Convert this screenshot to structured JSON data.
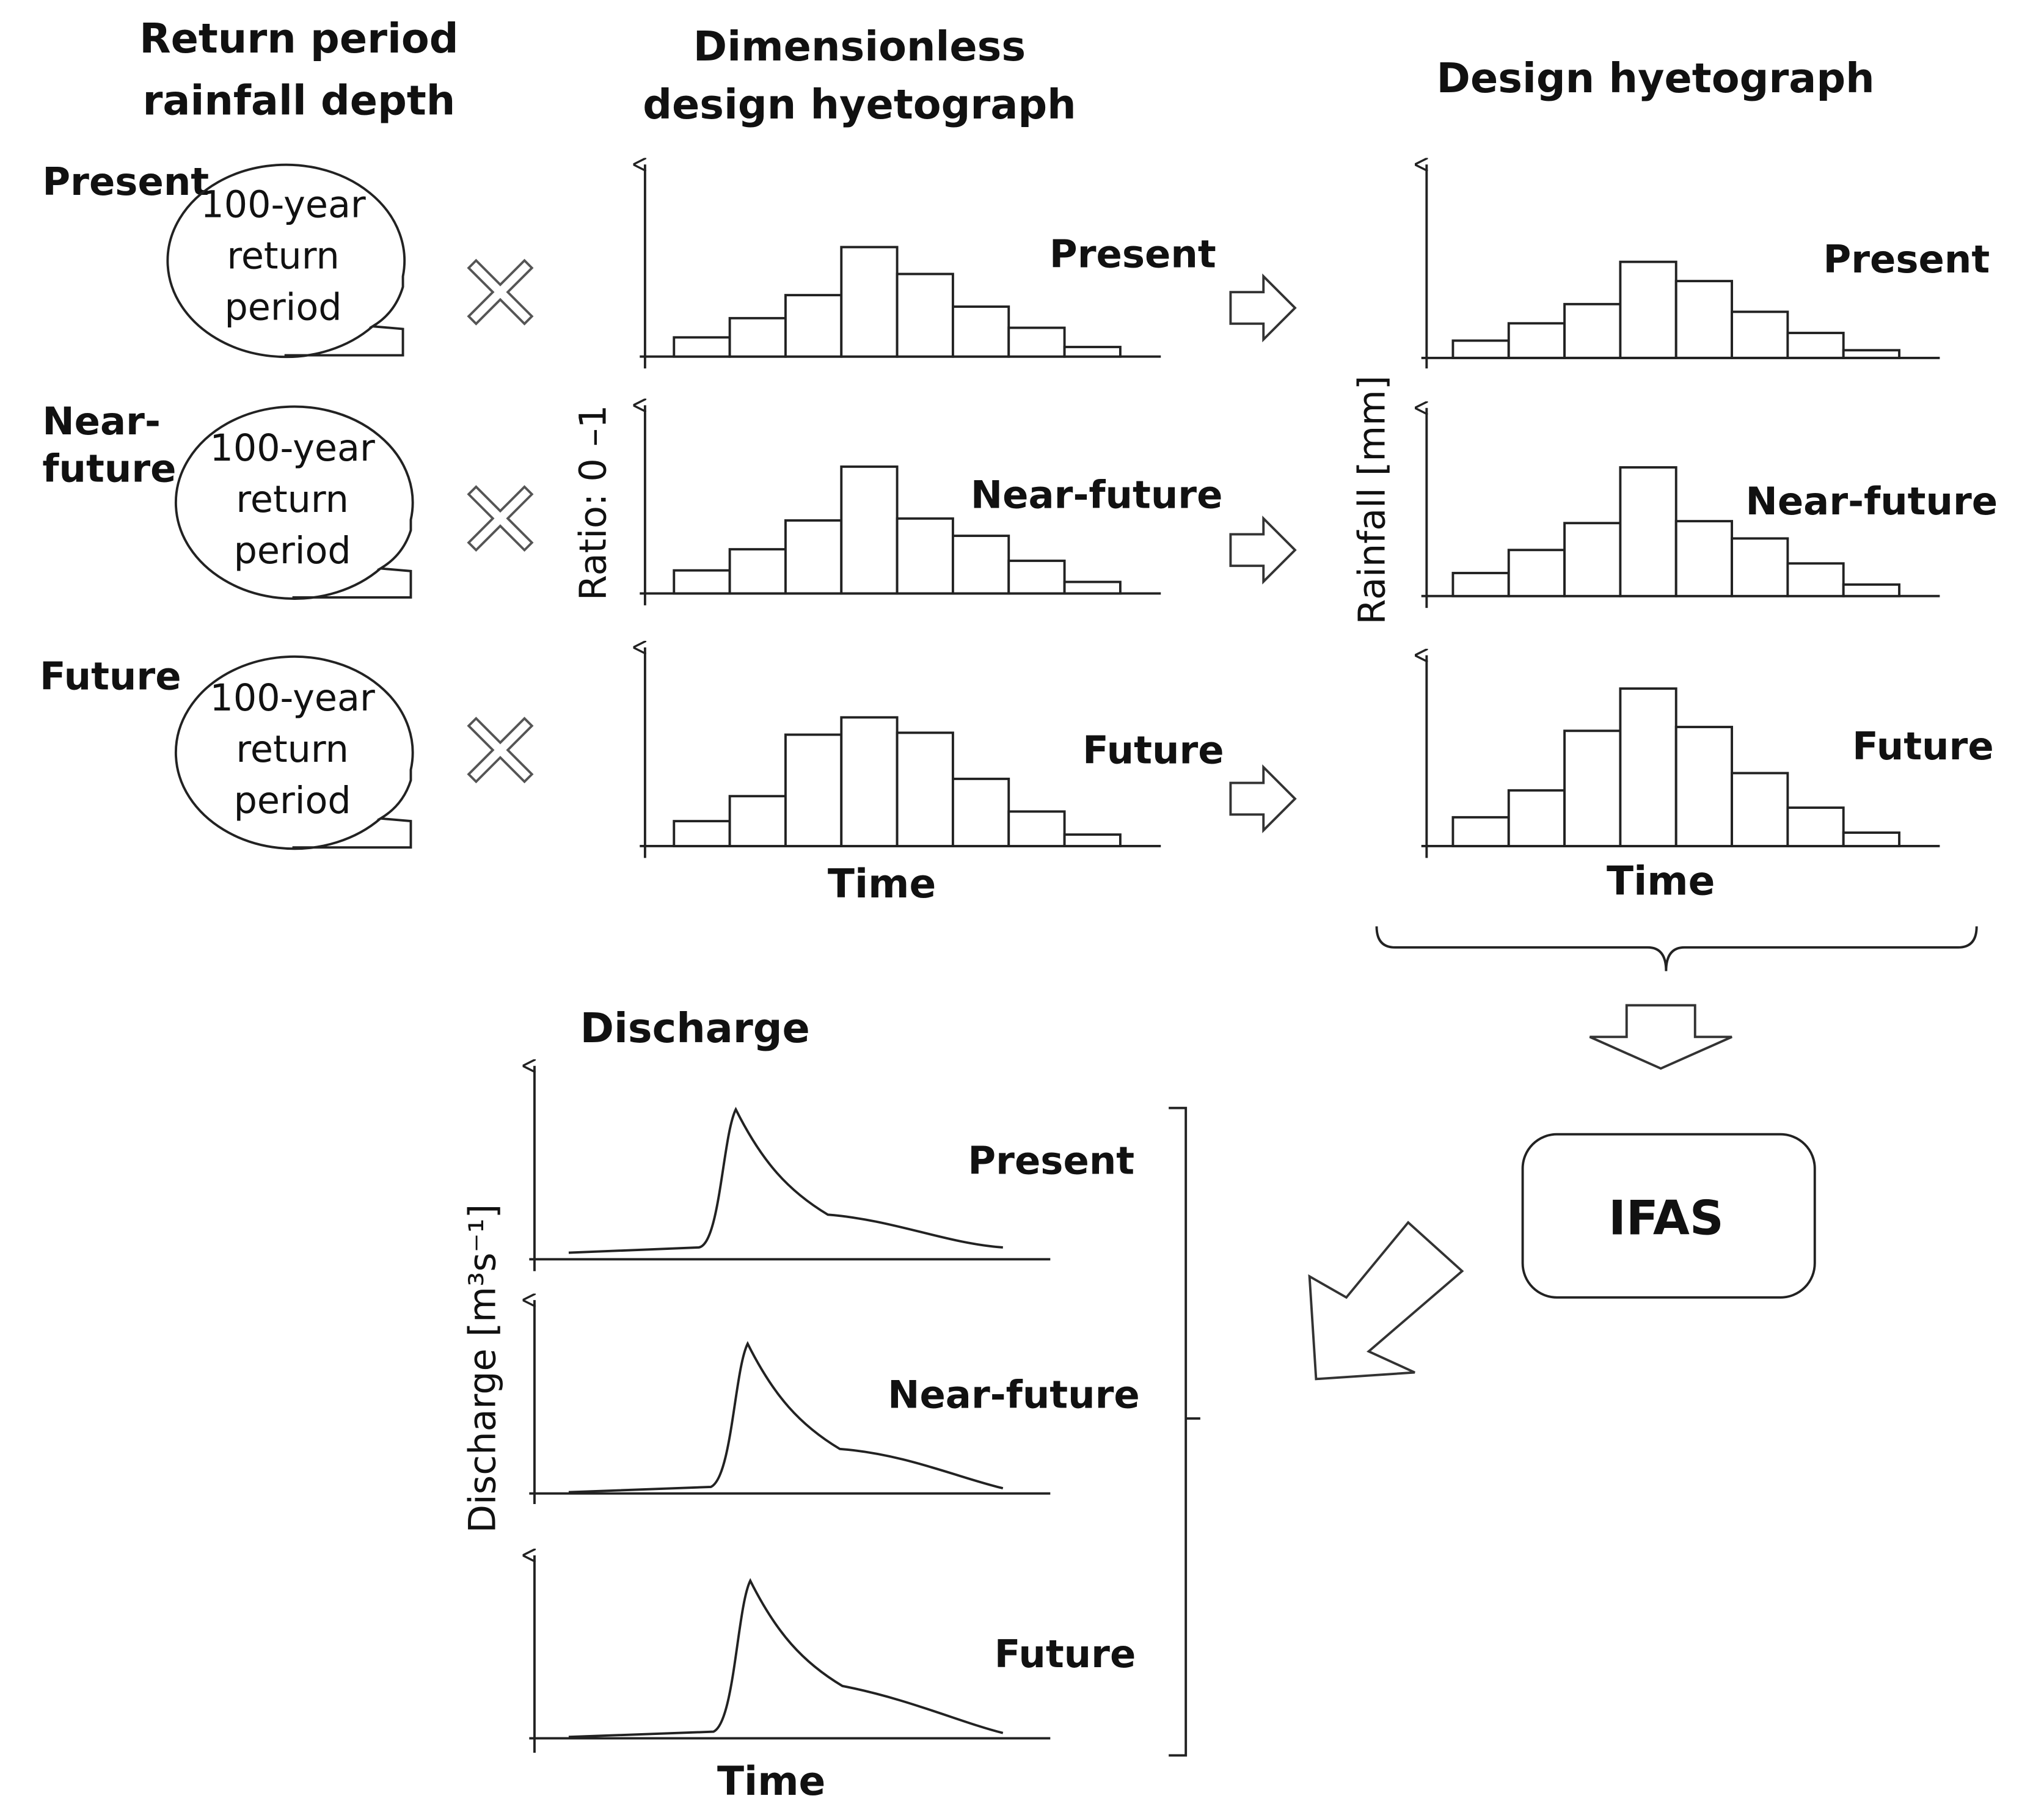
{
  "headers": {
    "rainfall_depth": [
      "Return period",
      "rainfall depth"
    ],
    "dimensionless": [
      "Dimensionless",
      "design hyetograph"
    ],
    "design": "Design hyetograph",
    "discharge": "Discharge"
  },
  "scenarios": [
    {
      "label_lines": [
        "Present"
      ],
      "hyeto_label": "Present"
    },
    {
      "label_lines": [
        "Near-",
        "future"
      ],
      "hyeto_label": "Near-future"
    },
    {
      "label_lines": [
        "Future"
      ],
      "hyeto_label": "Future"
    }
  ],
  "bubble_text": [
    "100-year",
    "return",
    "period"
  ],
  "axis_labels": {
    "ratio": "Ratio: 0 –1",
    "rainfall": "Rainfall [mm]",
    "discharge": "Discharge [m³s⁻¹]",
    "time": "Time"
  },
  "model": "IFAS",
  "chart_data": [
    {
      "type": "bar",
      "title": "Dimensionless design hyetograph",
      "ylabel": "Ratio: 0 –1",
      "xlabel": "Time",
      "ylim": [
        0,
        1
      ],
      "series": [
        {
          "name": "Present",
          "values": [
            0.1,
            0.2,
            0.32,
            0.57,
            0.43,
            0.26,
            0.15,
            0.05
          ]
        },
        {
          "name": "Near-future",
          "values": [
            0.12,
            0.23,
            0.38,
            0.66,
            0.39,
            0.3,
            0.17,
            0.06
          ]
        },
        {
          "name": "Future",
          "values": [
            0.13,
            0.26,
            0.58,
            0.67,
            0.59,
            0.35,
            0.18,
            0.06
          ]
        }
      ]
    },
    {
      "type": "bar",
      "title": "Design hyetograph",
      "ylabel": "Rainfall [mm]",
      "xlabel": "Time",
      "series": [
        {
          "name": "Present",
          "values": [
            0.09,
            0.18,
            0.28,
            0.5,
            0.4,
            0.24,
            0.13,
            0.04
          ]
        },
        {
          "name": "Near-future",
          "values": [
            0.12,
            0.24,
            0.38,
            0.67,
            0.39,
            0.3,
            0.17,
            0.06
          ]
        },
        {
          "name": "Future",
          "values": [
            0.15,
            0.29,
            0.6,
            0.82,
            0.62,
            0.38,
            0.2,
            0.07
          ]
        }
      ]
    },
    {
      "type": "line",
      "title": "Discharge",
      "ylabel": "Discharge [m³s⁻¹]",
      "xlabel": "Time",
      "series": [
        {
          "name": "Present",
          "peak": 0.78
        },
        {
          "name": "Near-future",
          "peak": 0.78
        },
        {
          "name": "Future",
          "peak": 0.82
        }
      ]
    }
  ]
}
